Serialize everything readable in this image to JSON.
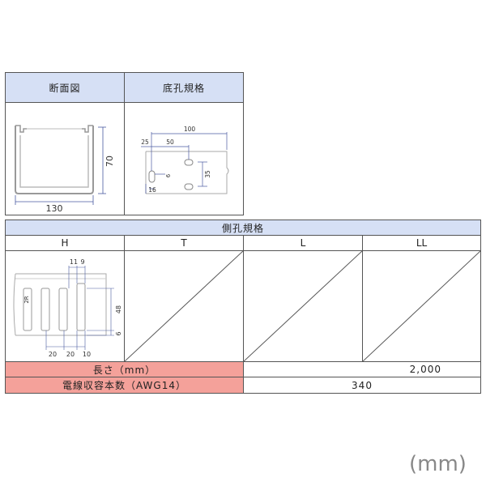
{
  "top_table": {
    "col1_header": "断面図",
    "col2_header": "底孔規格",
    "section_dims": {
      "width": "130",
      "height": "70"
    },
    "bottom_hole_dims": {
      "d100": "100",
      "d25": "25",
      "d50": "50",
      "d16": "16",
      "d6": "6",
      "d35": "35"
    }
  },
  "side_table": {
    "title": "側孔規格",
    "columns": [
      "H",
      "T",
      "L",
      "LL"
    ],
    "h_dims": {
      "d11": "11",
      "d9": "9",
      "r2": "2R",
      "d48": "48",
      "d6": "6",
      "d20a": "20",
      "d20b": "20",
      "d10": "10"
    }
  },
  "specs": [
    {
      "label": "長さ（mm）",
      "value": "2,000"
    },
    {
      "label": "電線収容本数（AWG14）",
      "value": "340"
    }
  ],
  "unit_label": "(mm)"
}
